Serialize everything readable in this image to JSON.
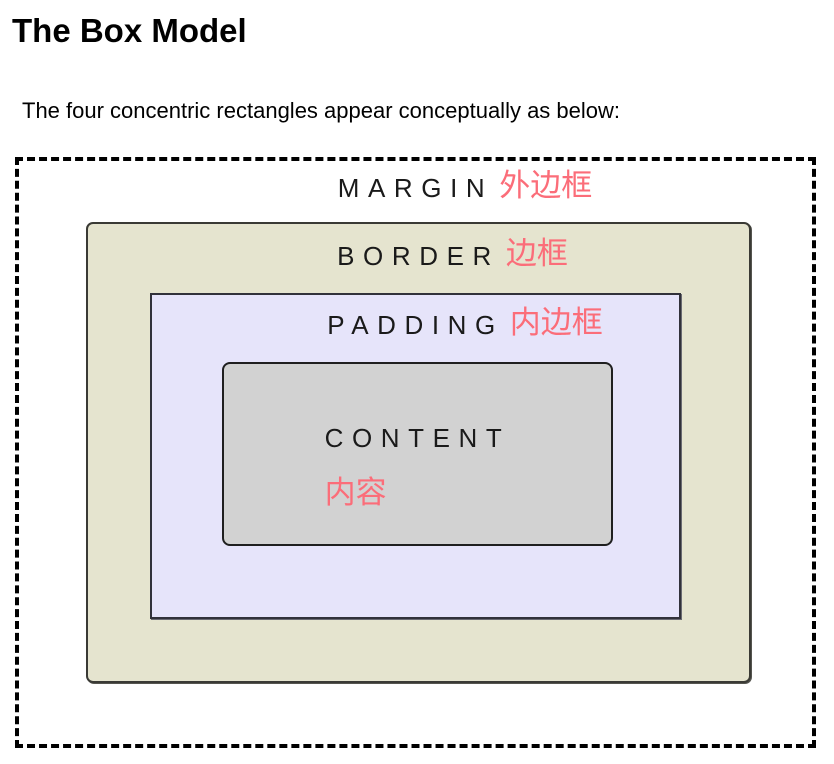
{
  "document": {
    "title": "The Box Model",
    "intro": "The four concentric rectangles appear conceptually as below:"
  },
  "diagram": {
    "margin": {
      "en": "MARGIN",
      "zh": "外边框"
    },
    "border": {
      "en": "BORDER",
      "zh": "边框"
    },
    "padding": {
      "en": "PADDING",
      "zh": "内边框"
    },
    "content": {
      "en": "CONTENT",
      "zh": "内容"
    }
  },
  "colors": {
    "annotation_pink": "#fb6d79",
    "label_black": "#1a1a1a",
    "margin_area_bg": "#ffffff",
    "border_area_bg": "#e5e4cf",
    "padding_area_bg": "#e6e4fa",
    "content_area_bg": "#d2d2d2",
    "outer_dashed_border": "#000000"
  }
}
